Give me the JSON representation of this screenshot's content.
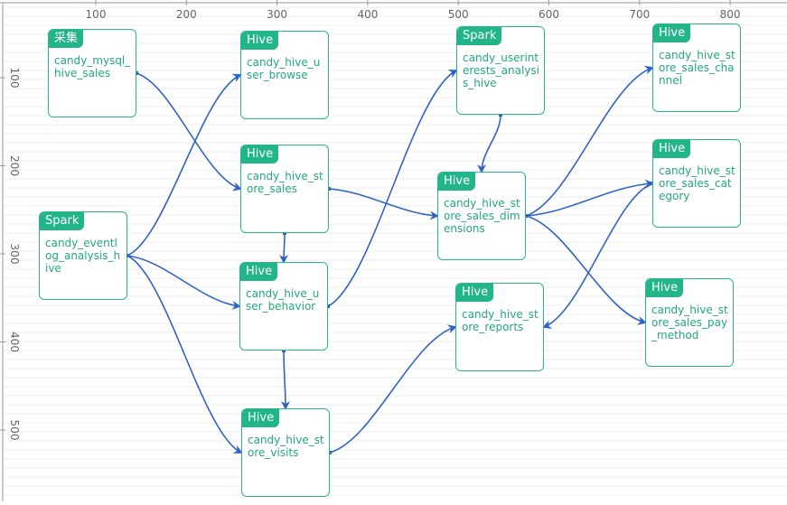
{
  "axes": {
    "x_ticks": [
      "100",
      "200",
      "300",
      "400",
      "500",
      "600",
      "700",
      "800"
    ],
    "y_ticks": [
      "100",
      "200",
      "300",
      "400",
      "500"
    ]
  },
  "colors": {
    "node_border": "#2cb48f",
    "tag_background": "#23b58a",
    "label_text": "#22a77f",
    "edge": "#2f63c6",
    "grid_line": "#ececec"
  },
  "nodes": [
    {
      "id": "n1",
      "type": "采集",
      "label": "candy_mysql_hive_sales"
    },
    {
      "id": "n2",
      "type": "Hive",
      "label": "candy_hive_user_browse"
    },
    {
      "id": "n3",
      "type": "Spark",
      "label": "candy_userinterests_analysis_hive"
    },
    {
      "id": "n4",
      "type": "Hive",
      "label": "candy_hive_store_sales_channel"
    },
    {
      "id": "n5",
      "type": "Hive",
      "label": "candy_hive_store_sales"
    },
    {
      "id": "n6",
      "type": "Hive",
      "label": "candy_hive_store_sales_dimensions"
    },
    {
      "id": "n7",
      "type": "Hive",
      "label": "candy_hive_store_sales_category"
    },
    {
      "id": "n8",
      "type": "Spark",
      "label": "candy_eventlog_analysis_hive"
    },
    {
      "id": "n9",
      "type": "Hive",
      "label": "candy_hive_user_behavior"
    },
    {
      "id": "n10",
      "type": "Hive",
      "label": "candy_hive_store_reports"
    },
    {
      "id": "n11",
      "type": "Hive",
      "label": "candy_hive_store_sales_pay_method"
    },
    {
      "id": "n12",
      "type": "Hive",
      "label": "candy_hive_store_visits"
    }
  ],
  "edges": [
    {
      "from": "n8",
      "to": "n2"
    },
    {
      "from": "n1",
      "to": "n5"
    },
    {
      "from": "n5",
      "to": "n6"
    },
    {
      "from": "n5",
      "to": "n9"
    },
    {
      "from": "n8",
      "to": "n9"
    },
    {
      "from": "n8",
      "to": "n12"
    },
    {
      "from": "n9",
      "to": "n3"
    },
    {
      "from": "n9",
      "to": "n12"
    },
    {
      "from": "n3",
      "to": "n6"
    },
    {
      "from": "n6",
      "to": "n4"
    },
    {
      "from": "n6",
      "to": "n7"
    },
    {
      "from": "n6",
      "to": "n11"
    },
    {
      "from": "n7",
      "to": "n10"
    },
    {
      "from": "n12",
      "to": "n10"
    }
  ]
}
